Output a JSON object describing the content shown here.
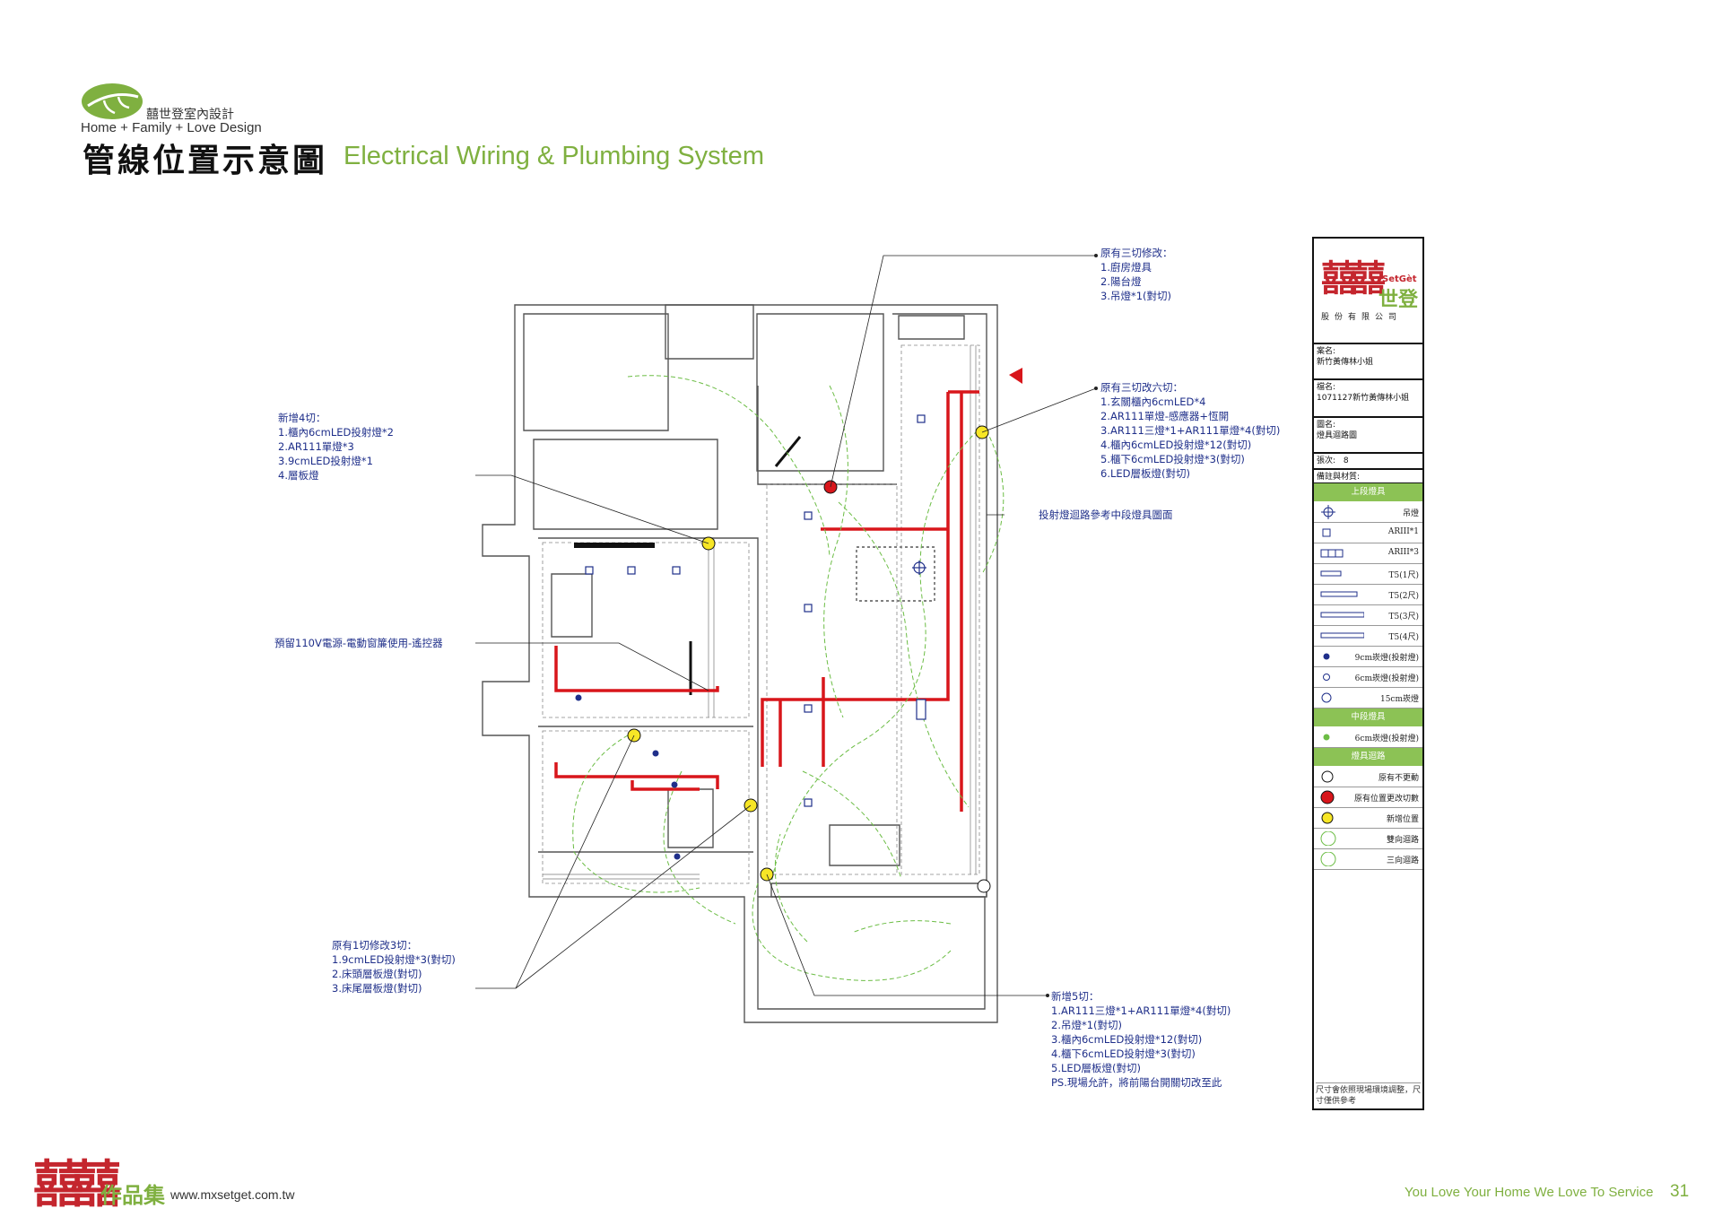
{
  "header": {
    "brand_cn": "囍世登室內設計",
    "brand_en": "Home + Family + Love Design",
    "title_cn": "管線位置示意圖",
    "title_en": "Electrical Wiring & Plumbing System"
  },
  "notes": {
    "top": [
      "原有三切修改：",
      "1.廚房燈具",
      "2.陽台燈",
      "3.吊燈*1(對切)"
    ],
    "right_top": [
      "原有三切改六切：",
      "1.玄關櫃內6cmLED*4",
      "2.AR111單燈-感應器+恆開",
      "3.AR111三燈*1+AR111單燈*4(對切)",
      "4.櫃內6cmLED投射燈*12(對切)",
      "5.櫃下6cmLED投射燈*3(對切)",
      "6.LED層板燈(對切)"
    ],
    "right_mid": "投射燈迴路參考中段燈具圖面",
    "left_top": [
      "新增4切：",
      "1.櫃內6cmLED投射燈*2",
      "2.AR111單燈*3",
      "3.9cmLED投射燈*1",
      "4.層板燈"
    ],
    "left_mid": "預留110V電源-電動窗簾使用-遙控器",
    "left_bottom": [
      "原有1切修改3切：",
      "1.9cmLED投射燈*3(對切)",
      "2.床頭層板燈(對切)",
      "3.床尾層板燈(對切)"
    ],
    "right_bottom": [
      "新增5切：",
      "1.AR111三燈*1+AR111單燈*4(對切)",
      "2.吊燈*1(對切)",
      "3.櫃內6cmLED投射燈*12(對切)",
      "4.櫃下6cmLED投射燈*3(對切)",
      "5.LED層板燈(對切)",
      "PS.現場允許，將前陽台開關切改至此"
    ]
  },
  "title_block": {
    "company_logo_text": "囍囍",
    "brand_small": "SetGèt",
    "brand_cn": "世登",
    "company": "股份有限公司",
    "case_label": "案名:",
    "case_value": "新竹黃傳林小姐",
    "file_label": "檔名:",
    "file_value": "1071127新竹黃傳林小姐",
    "drawing_label": "圖名:",
    "drawing_value": "燈具迴路圖",
    "sheet_label": "張次:",
    "sheet_value": "8",
    "remark_label": "備註與材質:",
    "section1": "上段燈具",
    "section2": "中段燈具",
    "section3": "燈具迴路",
    "legend_upper": [
      {
        "symbol": "pendant-icon",
        "label": "吊燈"
      },
      {
        "symbol": "ar111-single-icon",
        "label": "ARIII*1"
      },
      {
        "symbol": "ar111-triple-icon",
        "label": "ARIII*3"
      },
      {
        "symbol": "t5-1ft-icon",
        "label": "T5(1尺)"
      },
      {
        "symbol": "t5-2ft-icon",
        "label": "T5(2尺)"
      },
      {
        "symbol": "t5-3ft-icon",
        "label": "T5(3尺)"
      },
      {
        "symbol": "t5-4ft-icon",
        "label": "T5(4尺)"
      },
      {
        "symbol": "downlight-9cm-icon",
        "label": "9cm崁燈(投射燈)"
      },
      {
        "symbol": "downlight-6cm-icon",
        "label": "6cm崁燈(投射燈)"
      },
      {
        "symbol": "downlight-15cm-icon",
        "label": "15cm崁燈"
      }
    ],
    "legend_middle": [
      {
        "symbol": "green-downlight-icon",
        "label": "6cm崁燈(投射燈)"
      }
    ],
    "legend_circuit": [
      {
        "symbol": "circle-number-icon",
        "label": "原有不更動"
      },
      {
        "symbol": "red-dot-icon",
        "label": "原有位置更改切數"
      },
      {
        "symbol": "yellow-dot-icon",
        "label": "新增位置"
      },
      {
        "symbol": "two-way-circuit-icon",
        "label": "雙向迴路"
      },
      {
        "symbol": "three-way-circuit-icon",
        "label": "三向迴路"
      }
    ],
    "footnote": "尺寸會依照現場環境調整，尺寸僅供參考"
  },
  "footer": {
    "logo_text": "囍囍",
    "portfolio": "作品集",
    "url": "www.mxsetget.com.tw",
    "slogan": "You Love Your Home We Love To Service",
    "page": "31"
  },
  "colors": {
    "accent_green": "#7fb040",
    "brand_red": "#c4262e",
    "note_blue": "#1f2f8a",
    "wire_red": "#d8161b",
    "wire_green": "#6cbd45"
  }
}
